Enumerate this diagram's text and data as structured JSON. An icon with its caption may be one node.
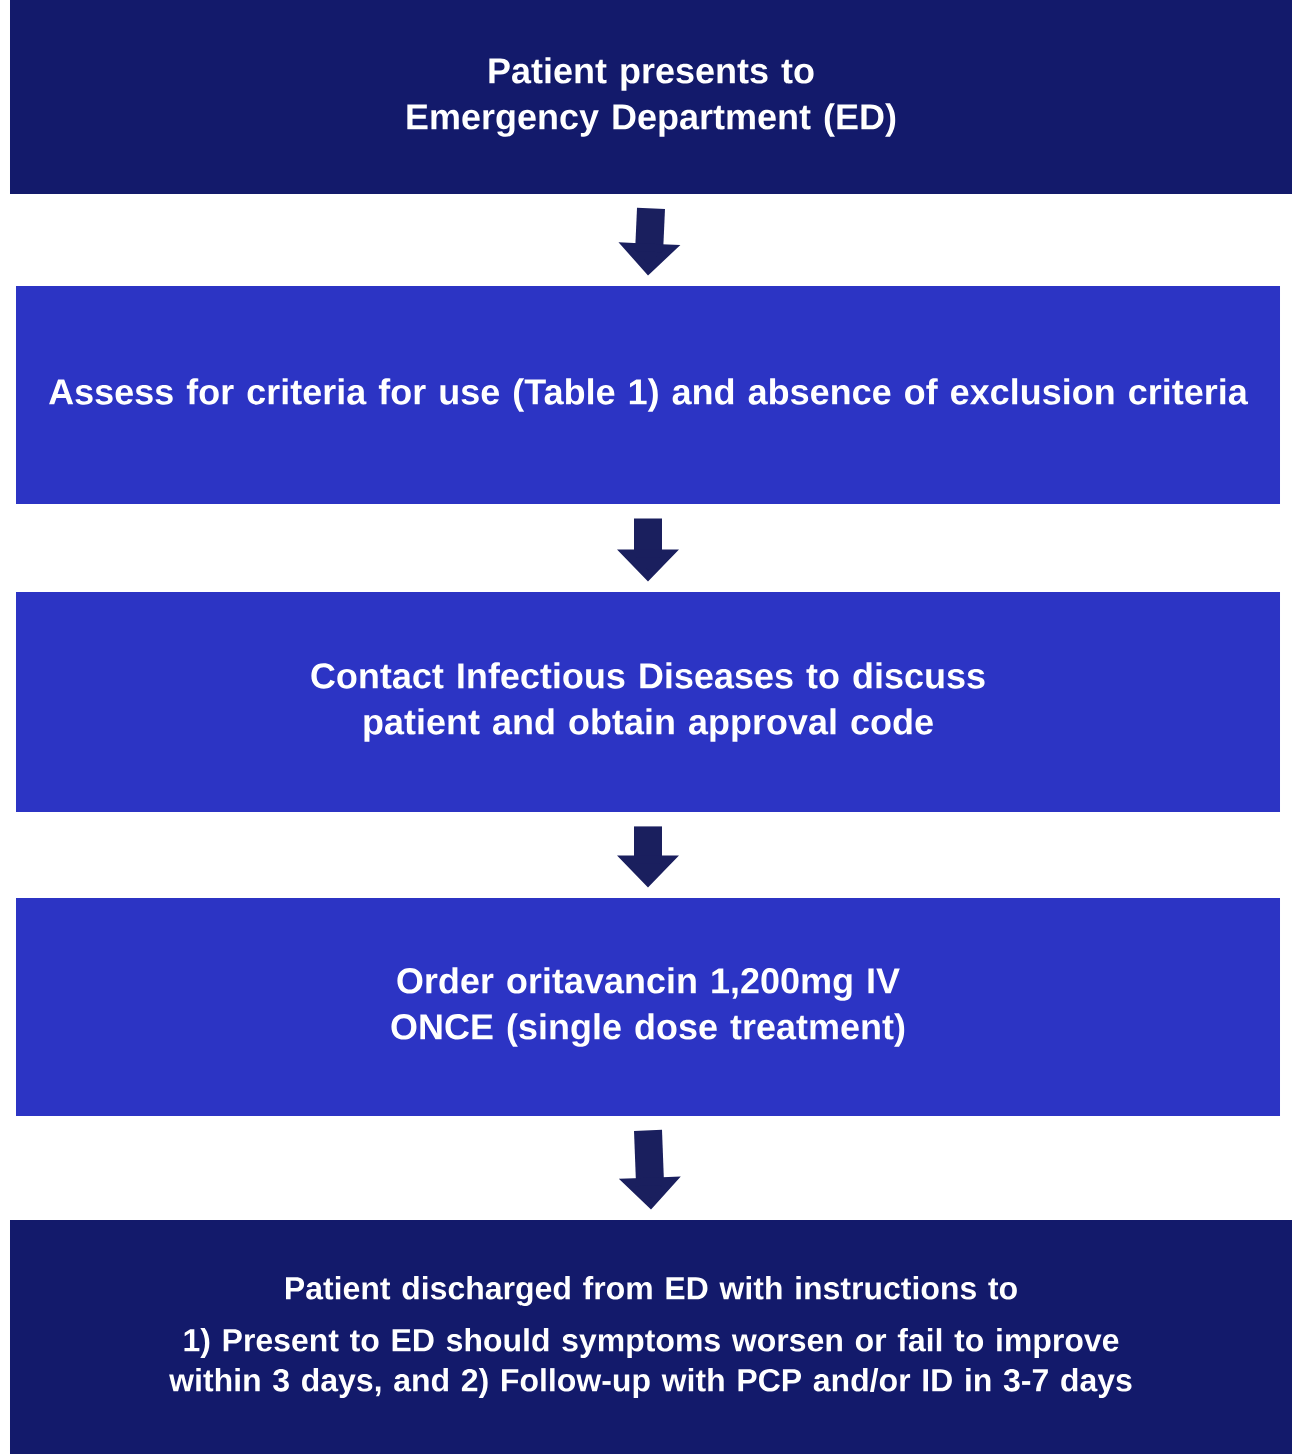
{
  "diagram": {
    "nodes": [
      {
        "text": [
          "Patient presents to Emergency Department (ED)"
        ]
      },
      {
        "text": [
          "Assess for criteria for use (Table 1) and absence of exclusion criteria"
        ]
      },
      {
        "text": [
          "Contact Infectious Diseases to discuss patient and obtain approval code"
        ]
      },
      {
        "text": [
          "Order oritavancin 1,200mg IV ONCE (single dose treatment)"
        ]
      },
      {
        "text": [
          "Patient discharged from ED with instructions to",
          "1) Present to ED should symptoms worsen or fail to improve within 3 days, and 2) Follow-up with PCP and/or ID in 3-7 days"
        ]
      }
    ],
    "edges": [
      {
        "from": 0,
        "to": 1,
        "arrow": "to"
      },
      {
        "from": 1,
        "to": 2,
        "arrow": "to"
      },
      {
        "from": 2,
        "to": 3,
        "arrow": "to"
      },
      {
        "from": 3,
        "to": 4,
        "arrow": "to"
      }
    ]
  }
}
